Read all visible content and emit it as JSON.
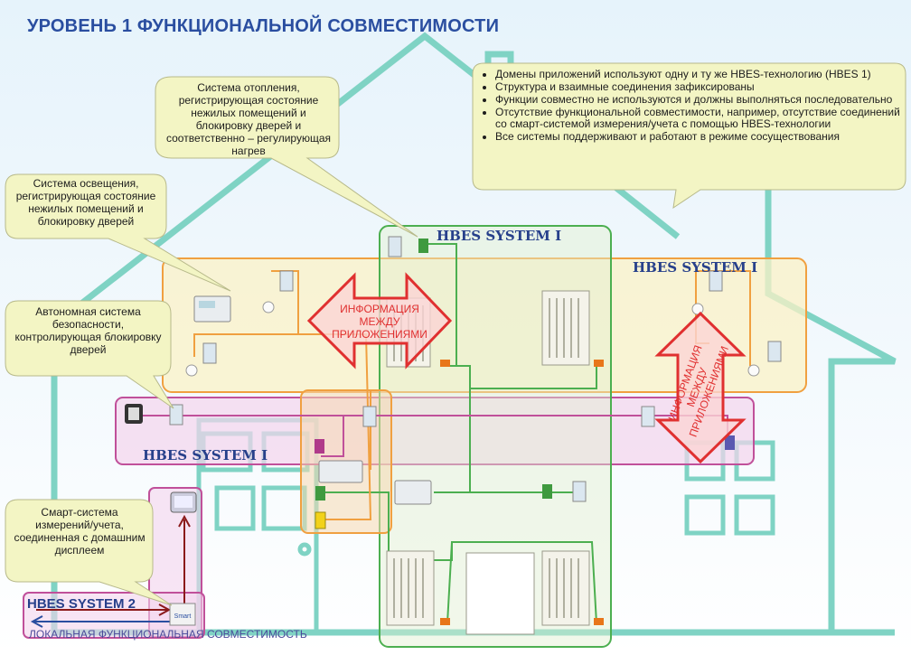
{
  "title": "УРОВЕНЬ 1 ФУНКЦИОНАЛЬНОЙ СОВМЕСТИМОСТИ",
  "bubbles": {
    "heating": "Система отопления, регистрирующая состояние нежилых помещений и блокировку дверей и соответственно – регулирующая нагрев",
    "lighting": "Система освещения, регистрирующая состояние нежилых помещений и блокировку дверей",
    "security": "Автономная система безопасности, контролирующая блокировку дверей",
    "smart_meter": "Смарт-система измерений/учета, соединенная с домашним дисплеем"
  },
  "info_items": [
    "Домены приложений используют одну и ту же HBES-технологию (HBES 1)",
    "Структура и взаимные соединения зафиксированы",
    "Функции совместно не используются и должны выполняться последовательно",
    "Отсутствие функциональной совместимости, например, отсутствие соединений со смарт-системой измерения/учета с помощью HBES-технологии",
    "Все системы поддерживают и работают в режиме сосуществования"
  ],
  "system_labels": {
    "heating_system": "HBES SYSTEM I",
    "lighting_system": "HBES SYSTEM I",
    "security_system": "HBES SYSTEM I",
    "meter_system": "HBES SYSTEM 2"
  },
  "arrows": {
    "horizontal": [
      "ИНФОРМАЦИЯ",
      "МЕЖДУ",
      "ПРИЛОЖЕНИЯМИ"
    ],
    "vertical": [
      "ИНФОРМАЦИЯ",
      "МЕЖДУ",
      "ПРИЛОЖЕНИЯМИ"
    ]
  },
  "meter_label": "Smart",
  "footer": "ЛОКАЛЬНАЯ ФУНКЦИОНАЛЬНАЯ СОВМЕСТИМОСТЬ",
  "colors": {
    "house": "#7fd3c4",
    "heating_zone": "#4caf50",
    "lighting_zone": "#f0a040",
    "security_zone": "#c0509a",
    "meter_zone": "#c0509a",
    "arrow_red": "#e03030",
    "arrow_fill": "#fbd5d5",
    "title": "#2a4ea0",
    "bubble_fill": "#f3f5c4"
  }
}
